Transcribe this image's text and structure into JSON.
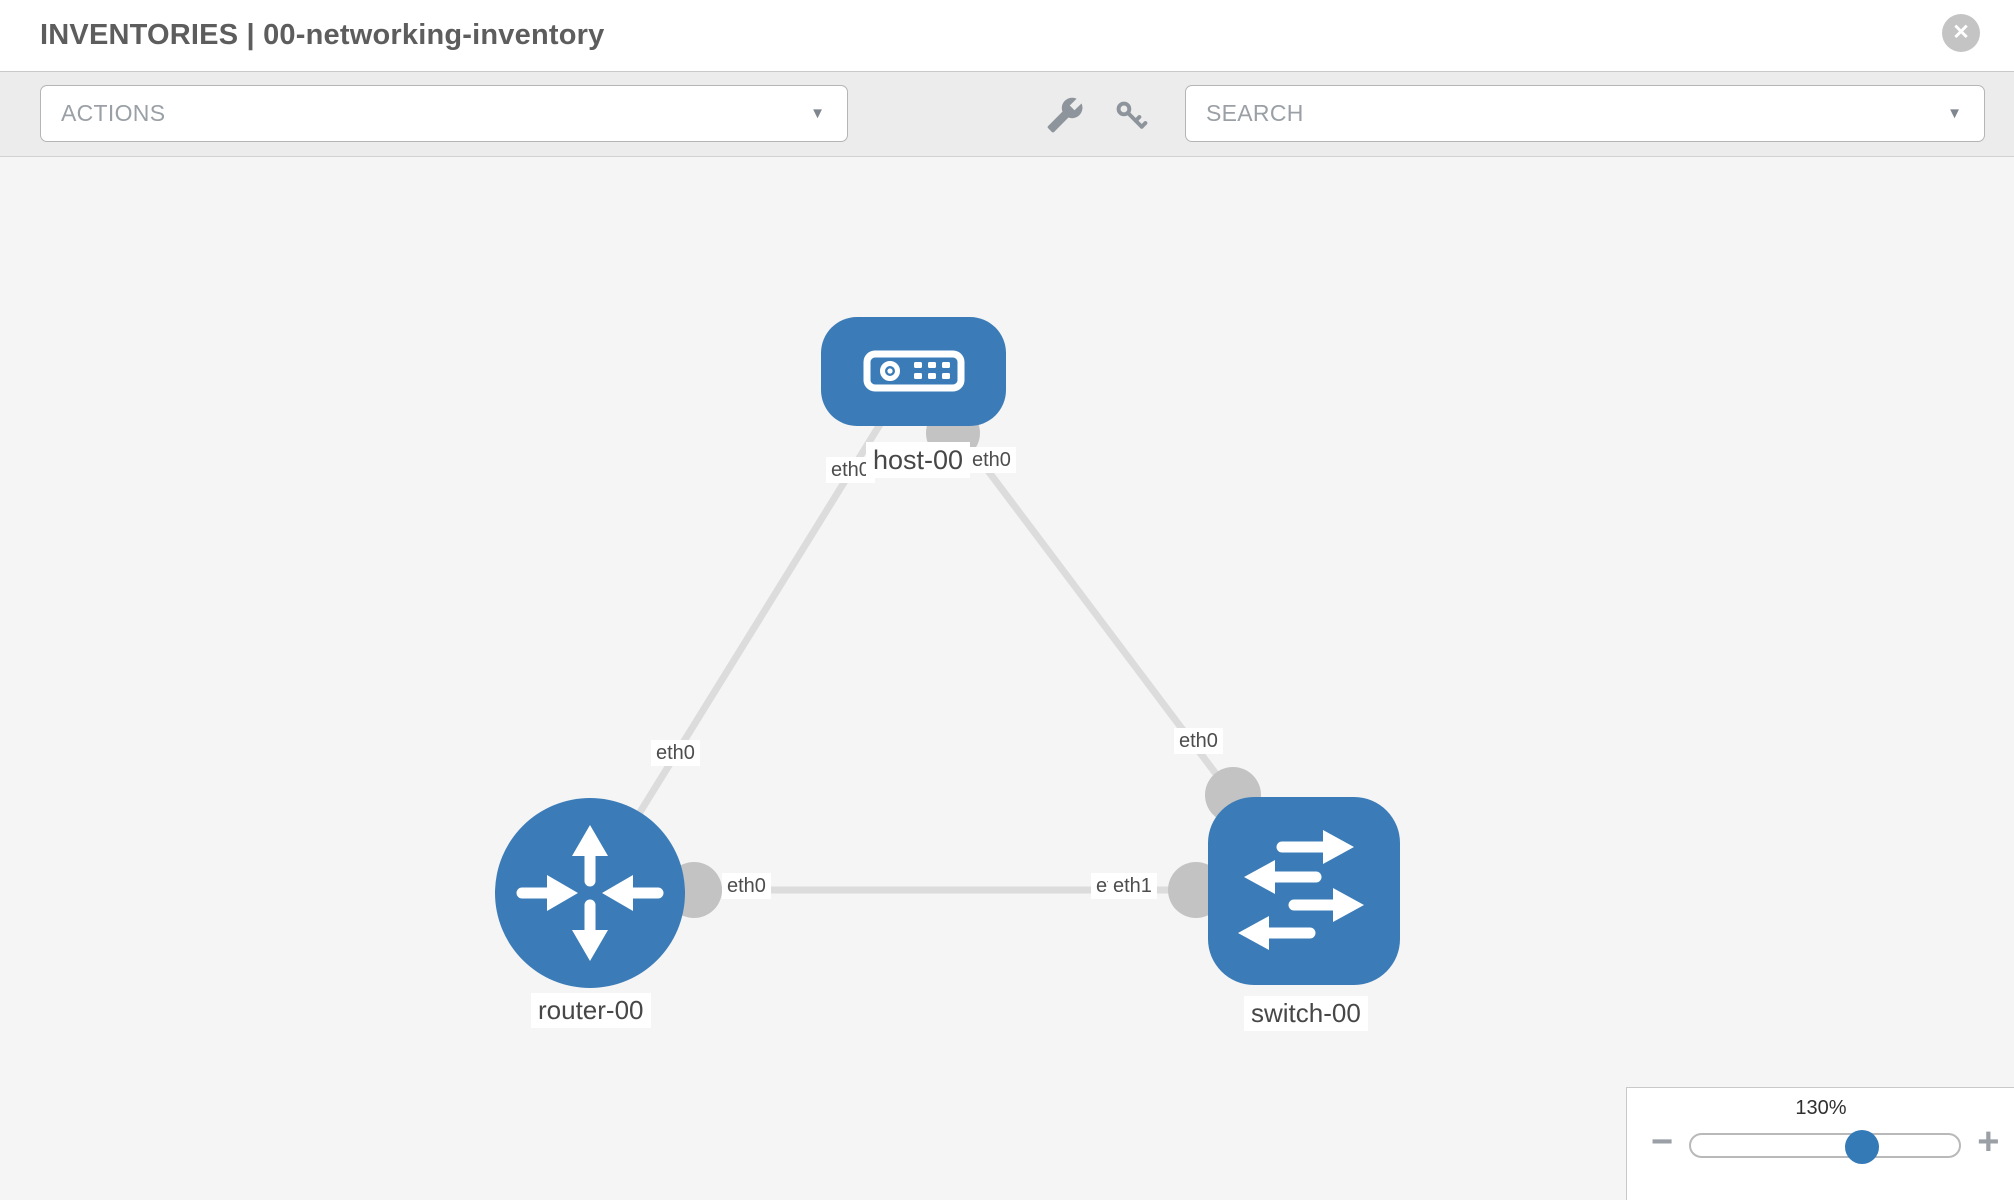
{
  "header": {
    "title": "INVENTORIES | 00-networking-inventory"
  },
  "toolbar": {
    "actions_label": "ACTIONS",
    "search_label": "SEARCH"
  },
  "icons": {
    "close": "✕",
    "caret_down": "▼",
    "minus": "−",
    "plus": "+"
  },
  "diagram": {
    "nodes": [
      {
        "id": "host-00",
        "type": "host",
        "label": "host-00"
      },
      {
        "id": "router-00",
        "type": "router",
        "label": "router-00"
      },
      {
        "id": "switch-00",
        "type": "switch",
        "label": "switch-00"
      }
    ],
    "links": [
      {
        "from": "host-00",
        "to": "router-00",
        "from_interface": "eth0",
        "to_interface": "eth0"
      },
      {
        "from": "host-00",
        "to": "switch-00",
        "from_interface": "eth0",
        "to_interface": "eth0"
      },
      {
        "from": "router-00",
        "to": "switch-00",
        "from_interface": "eth0",
        "to_interface": "eth1"
      }
    ],
    "interface_chips": {
      "host_router_host_end": "eth0",
      "host_router_router_end": "eth0",
      "host_switch_host_end": "eth0",
      "host_switch_switch_end": "eth0",
      "router_switch_router_end": "eth0",
      "router_switch_switch_end_hidden": "eth0",
      "router_switch_switch_end": "eth1"
    }
  },
  "zoom_control": {
    "value_label": "130%"
  },
  "colors": {
    "node_blue": "#3b7cb8",
    "link_gray": "#dcdcdc",
    "port_gray": "#c3c3c3",
    "canvas_bg": "#f5f5f5",
    "thumb_blue": "#337ab7",
    "toolbar_bg": "#ececec"
  }
}
